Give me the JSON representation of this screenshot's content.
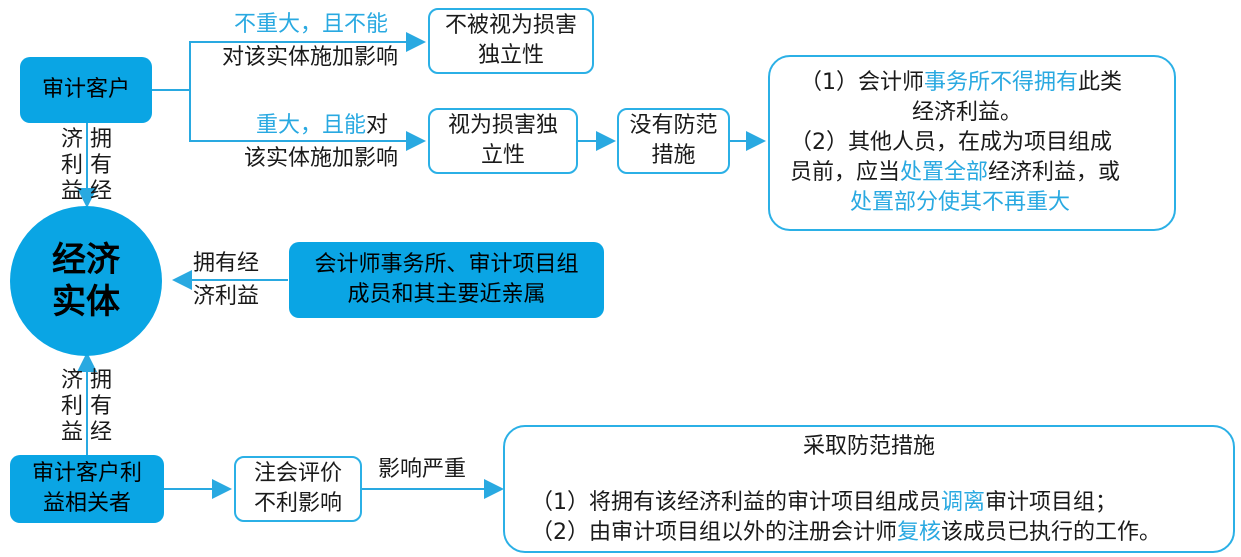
{
  "nodes": {
    "audit_client": "审计客户",
    "economic_entity": "经济实体",
    "accounting_firm_members": "会计师事务所、审计项目组成员和其主要近亲属",
    "audit_client_stakeholder": "审计客户利益相关者",
    "not_impair": "不被视为损害独立性",
    "impair": "视为损害独立性",
    "no_safeguard": "没有防范措施",
    "note_adverse": "注会评价不利影响",
    "take_measures_title": "采取防范措施"
  },
  "edges": {
    "not_significant_hl": "不重大，且不能",
    "not_significant_rest": "对该实体施加影响",
    "significant_hl": "重大，且能",
    "significant_mid": "对",
    "significant_rest": "该实体施加影响",
    "own_col1": "济利益",
    "own_col2": "拥有经",
    "own_h_line1": "拥有经",
    "own_h_line2": "济利益",
    "own_bottom_col1": "济利益",
    "own_bottom_col2": "拥有经",
    "severe_impact": "影响严重"
  },
  "measures_right": {
    "item1_a": "（1）会计师",
    "item1_hl": "事务所不得拥有",
    "item1_b": "此类",
    "item1_c": "经济利益。",
    "item2_a": "（2）其他人员，在成为项目组成",
    "item2_b": "员前，应当",
    "item2_hl1": "处置全部",
    "item2_c": "经济利益，或",
    "item2_hl2": "处置部分使其不再重大"
  },
  "measures_bottom": {
    "item1_a": "（1）将拥有该经济利益的审计项目组成员",
    "item1_hl": "调离",
    "item1_b": "审计项目组；",
    "item2_a": "（2）由审计项目组以外的注册会计师",
    "item2_hl": "复核",
    "item2_b": "该成员已执行的工作。"
  },
  "colors": {
    "accent": "#0AA5E4",
    "line": "#29A9E1",
    "highlight": "#29A9E1"
  }
}
